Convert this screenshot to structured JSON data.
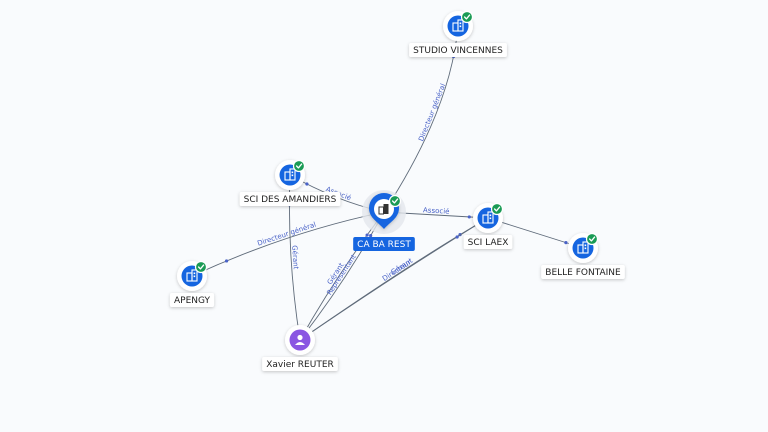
{
  "colors": {
    "company": "#1565e0",
    "person": "#8a56e2",
    "check": "#1a9b55",
    "edge": "#5f6b7a",
    "edge_label": "#4a63c8",
    "label_bg": "#ffffff"
  },
  "center": {
    "id": "cabarest",
    "label": "CA BA REST"
  },
  "nodes": [
    {
      "id": "studio",
      "label": "STUDIO VINCENNES",
      "kind": "company"
    },
    {
      "id": "amandiers",
      "label": "SCI DES AMANDIERS",
      "kind": "company"
    },
    {
      "id": "laex",
      "label": "SCI LAEX",
      "kind": "company"
    },
    {
      "id": "belle",
      "label": "BELLE FONTAINE",
      "kind": "company"
    },
    {
      "id": "apengy",
      "label": "APENGY",
      "kind": "company"
    },
    {
      "id": "xavier",
      "label": "Xavier REUTER",
      "kind": "person"
    }
  ],
  "edges": [
    {
      "from": "cabarest",
      "to": "studio",
      "label": "Directeur général"
    },
    {
      "from": "cabarest",
      "to": "amandiers",
      "label": "Associé"
    },
    {
      "from": "cabarest",
      "to": "laex",
      "label": "Associé"
    },
    {
      "from": "laex",
      "to": "belle",
      "label": ""
    },
    {
      "from": "cabarest",
      "to": "apengy",
      "label": "Directeur général"
    },
    {
      "from": "xavier",
      "to": "cabarest",
      "label": "Gérant"
    },
    {
      "from": "xavier",
      "to": "cabarest",
      "label": "Représentant"
    },
    {
      "from": "xavier",
      "to": "laex",
      "label": "Gérant"
    },
    {
      "from": "xavier",
      "to": "laex",
      "label": "Directeur"
    },
    {
      "from": "xavier",
      "to": "amandiers",
      "label": "Gérant"
    }
  ]
}
